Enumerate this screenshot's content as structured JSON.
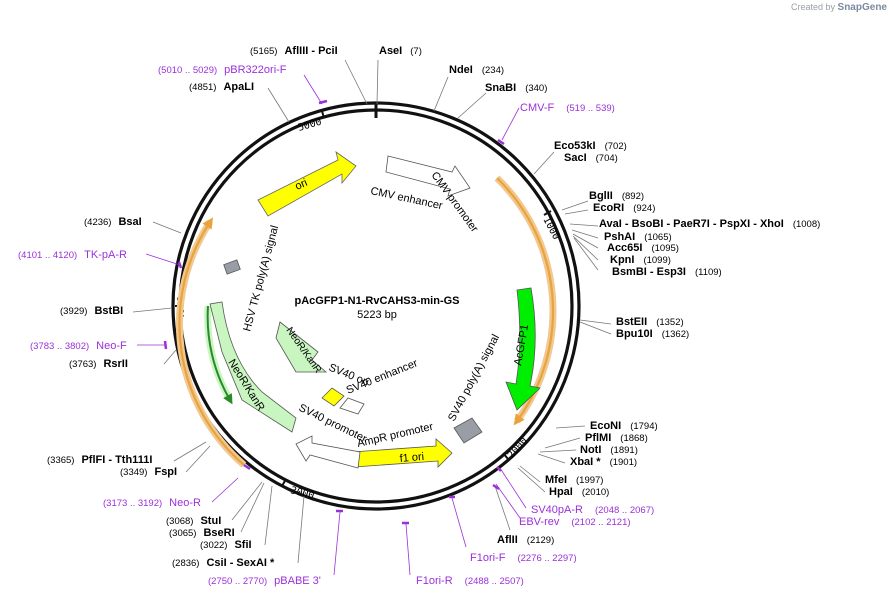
{
  "credit": {
    "prefix": "Created by",
    "brand": "SnapGene"
  },
  "plasmid": {
    "name": "pAcGFP1-N1-RvCAHS3-min-GS",
    "length_label": "5223 bp",
    "length": 5223
  },
  "ticks": [
    "1000",
    "2000",
    "3000",
    "4000",
    "5000"
  ],
  "sites": [
    {
      "id": "afliii-pcii",
      "name": "AflIII  -  PciI",
      "pos": "(5165)",
      "side": "left"
    },
    {
      "id": "asei",
      "name": "AseI",
      "pos": "(7)",
      "side": "right"
    },
    {
      "id": "ndei",
      "name": "NdeI",
      "pos": "(234)",
      "side": "right"
    },
    {
      "id": "snabi",
      "name": "SnaBI",
      "pos": "(340)",
      "side": "right"
    },
    {
      "id": "eco53ki",
      "name": "Eco53kI",
      "pos": "(702)",
      "side": "right"
    },
    {
      "id": "saci",
      "name": "SacI",
      "pos": "(704)",
      "side": "right"
    },
    {
      "id": "bglii",
      "name": "BglII",
      "pos": "(892)",
      "side": "right"
    },
    {
      "id": "ecori",
      "name": "EcoRI",
      "pos": "(924)",
      "side": "right"
    },
    {
      "id": "avai-group",
      "name": "AvaI  -  BsoBI  -  PaeR7I  -  PspXI  -  XhoI",
      "pos": "(1008)",
      "side": "right"
    },
    {
      "id": "pshai",
      "name": "PshAI",
      "pos": "(1065)",
      "side": "right"
    },
    {
      "id": "acc65i",
      "name": "Acc65I",
      "pos": "(1095)",
      "side": "right"
    },
    {
      "id": "kpni",
      "name": "KpnI",
      "pos": "(1099)",
      "side": "right"
    },
    {
      "id": "bsmbi-esp3i",
      "name": "BsmBI  -  Esp3I",
      "pos": "(1109)",
      "side": "right"
    },
    {
      "id": "bsteii",
      "name": "BstEII",
      "pos": "(1352)",
      "side": "right"
    },
    {
      "id": "bpu10i",
      "name": "Bpu10I",
      "pos": "(1362)",
      "side": "right"
    },
    {
      "id": "econi",
      "name": "EcoNI",
      "pos": "(1794)",
      "side": "right"
    },
    {
      "id": "pflmi",
      "name": "PflMI",
      "pos": "(1868)",
      "side": "right"
    },
    {
      "id": "noti",
      "name": "NotI",
      "pos": "(1891)",
      "side": "right"
    },
    {
      "id": "xbai",
      "name": "XbaI  *",
      "pos": "(1901)",
      "side": "right"
    },
    {
      "id": "mfei",
      "name": "MfeI",
      "pos": "(1997)",
      "side": "right"
    },
    {
      "id": "hpai",
      "name": "HpaI",
      "pos": "(2010)",
      "side": "right"
    },
    {
      "id": "aflii",
      "name": "AflII",
      "pos": "(2129)",
      "side": "right"
    },
    {
      "id": "apali",
      "name": "ApaLI",
      "pos": "(4851)",
      "side": "left"
    },
    {
      "id": "bsai",
      "name": "BsaI",
      "pos": "(4236)",
      "side": "left"
    },
    {
      "id": "bstbi",
      "name": "BstBI",
      "pos": "(3929)",
      "side": "left"
    },
    {
      "id": "rsrii",
      "name": "RsrII",
      "pos": "(3763)",
      "side": "left"
    },
    {
      "id": "pflfi-tth111i",
      "name": "PflFI  -  Tth111I",
      "pos": "(3365)",
      "side": "left"
    },
    {
      "id": "fspi",
      "name": "FspI",
      "pos": "(3349)",
      "side": "left"
    },
    {
      "id": "stui",
      "name": "StuI",
      "pos": "(3068)",
      "side": "left"
    },
    {
      "id": "bseri",
      "name": "BseRI",
      "pos": "(3065)",
      "side": "left"
    },
    {
      "id": "sfii",
      "name": "SfiI",
      "pos": "(3022)",
      "side": "left"
    },
    {
      "id": "csii-sexai",
      "name": "CsiI  -  SexAI  *",
      "pos": "(2836)",
      "side": "left"
    }
  ],
  "primers": [
    {
      "id": "pbr322ori-f",
      "name": "pBR322ori-F",
      "range": "(5010 .. 5029)"
    },
    {
      "id": "cmv-f",
      "name": "CMV-F",
      "range": "(519 .. 539)"
    },
    {
      "id": "tk-pa-r",
      "name": "TK-pA-R",
      "range": "(4101 .. 4120)"
    },
    {
      "id": "neo-f",
      "name": "Neo-F",
      "range": "(3783 .. 3802)"
    },
    {
      "id": "neo-r",
      "name": "Neo-R",
      "range": "(3173 .. 3192)"
    },
    {
      "id": "sv40pa-r",
      "name": "SV40pA-R",
      "range": "(2048 .. 2067)"
    },
    {
      "id": "ebv-rev",
      "name": "EBV-rev",
      "range": "(2102 .. 2121)"
    },
    {
      "id": "f1ori-f",
      "name": "F1ori-F",
      "range": "(2276 .. 2297)"
    },
    {
      "id": "f1ori-r",
      "name": "F1ori-R",
      "range": "(2488 .. 2507)"
    },
    {
      "id": "pbabe-3",
      "name": "pBABE 3'",
      "range": "(2750 .. 2770)"
    }
  ],
  "features": [
    {
      "id": "cmv-enhancer",
      "label": "CMV enhancer"
    },
    {
      "id": "cmv-promoter",
      "label": "CMV promoter"
    },
    {
      "id": "acgfp1",
      "label": "AcGFP1"
    },
    {
      "id": "sv40-polya",
      "label": "SV40 poly(A) signal"
    },
    {
      "id": "f1-ori",
      "label": "f1 ori"
    },
    {
      "id": "ampr-promoter",
      "label": "AmpR promoter"
    },
    {
      "id": "sv40-promoter",
      "label": "SV40 promoter"
    },
    {
      "id": "neor-kanr",
      "label": "NeoR/KanR"
    },
    {
      "id": "hsv-tk-polya",
      "label": "HSV TK poly(A) signal"
    },
    {
      "id": "ori",
      "label": "ori"
    },
    {
      "id": "sv40-ori",
      "label": "SV40 ori"
    },
    {
      "id": "sv40-enhancer",
      "label": "SV40 enhancer"
    },
    {
      "id": "neor-kanr-inner",
      "label": "NeoR/KanR"
    }
  ],
  "colors": {
    "backbone": "#111111",
    "primer": "#9b30d9",
    "yellow": "#ffff00",
    "green": "#00ee00",
    "light_green": "#c8f5c0",
    "orange": "#e9a33a",
    "gray": "#999ea6",
    "site_line": "#777777"
  }
}
